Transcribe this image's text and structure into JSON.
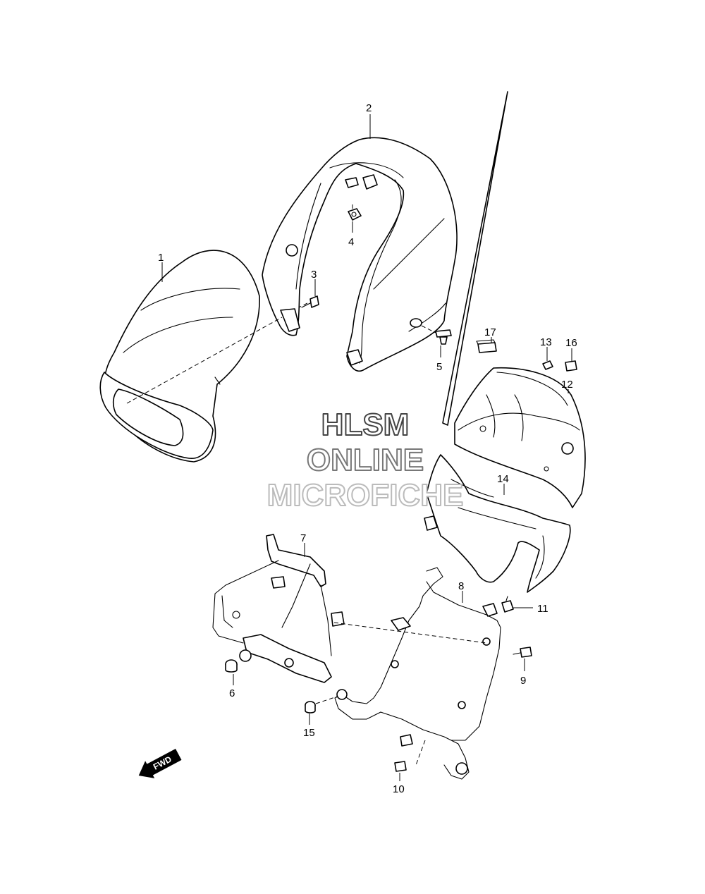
{
  "diagram": {
    "callouts": [
      {
        "id": "p1",
        "label": "1"
      },
      {
        "id": "p2",
        "label": "2"
      },
      {
        "id": "p3",
        "label": "3"
      },
      {
        "id": "p4",
        "label": "4"
      },
      {
        "id": "p5",
        "label": "5"
      },
      {
        "id": "p6",
        "label": "6"
      },
      {
        "id": "p7",
        "label": "7"
      },
      {
        "id": "p8",
        "label": "8"
      },
      {
        "id": "p9",
        "label": "9"
      },
      {
        "id": "p10",
        "label": "10"
      },
      {
        "id": "p11",
        "label": "11"
      },
      {
        "id": "p12",
        "label": "12"
      },
      {
        "id": "p13",
        "label": "13"
      },
      {
        "id": "p14",
        "label": "14"
      },
      {
        "id": "p15",
        "label": "15"
      },
      {
        "id": "p16",
        "label": "16"
      },
      {
        "id": "p17",
        "label": "17"
      }
    ],
    "watermark": {
      "line1": "HLSM",
      "line2": "ONLINE",
      "line3": "MICROFICHE",
      "color_line1": "#444444",
      "color_line2": "#777777",
      "color_line3": "#bbbbbb"
    },
    "direction_arrow": {
      "label": "FWD",
      "icon": "fwd-arrow-icon",
      "fill": "#000000"
    }
  }
}
